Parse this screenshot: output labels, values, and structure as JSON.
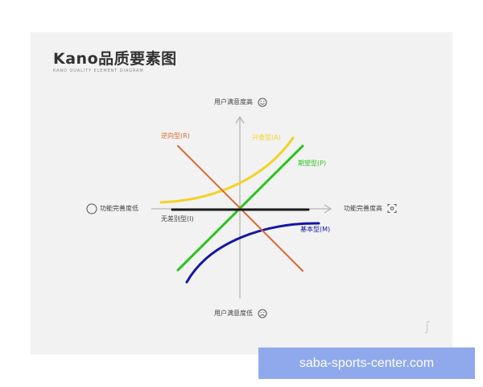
{
  "title": "Kano品质要素图",
  "subtitle": "KANO QUALITY ELEMENT DIAGRAM",
  "axes": {
    "y_top": "用户满意度高",
    "y_bottom": "用户满意度低",
    "x_left": "功能完善度低",
    "x_right": "功能完善度高",
    "icons": {
      "y_top": "smile-icon",
      "y_bottom": "frown-icon",
      "x_left": "empty-circle-icon",
      "x_right": "expand-square-icon"
    }
  },
  "curves": [
    {
      "key": "attractive",
      "label": "兴奋型(A)",
      "color": "#f2d325"
    },
    {
      "key": "performance",
      "label": "期望型(P)",
      "color": "#2cc321"
    },
    {
      "key": "must_be",
      "label": "基本型(M)",
      "color": "#1515a3"
    },
    {
      "key": "reverse",
      "label": "逆向型(R)",
      "color": "#d9682e"
    },
    {
      "key": "indifferent",
      "label": "无差别型(I)",
      "color": "#1a1a1a"
    }
  ],
  "watermark": "ʃ",
  "badge_text": "saba-sports-center.com"
}
